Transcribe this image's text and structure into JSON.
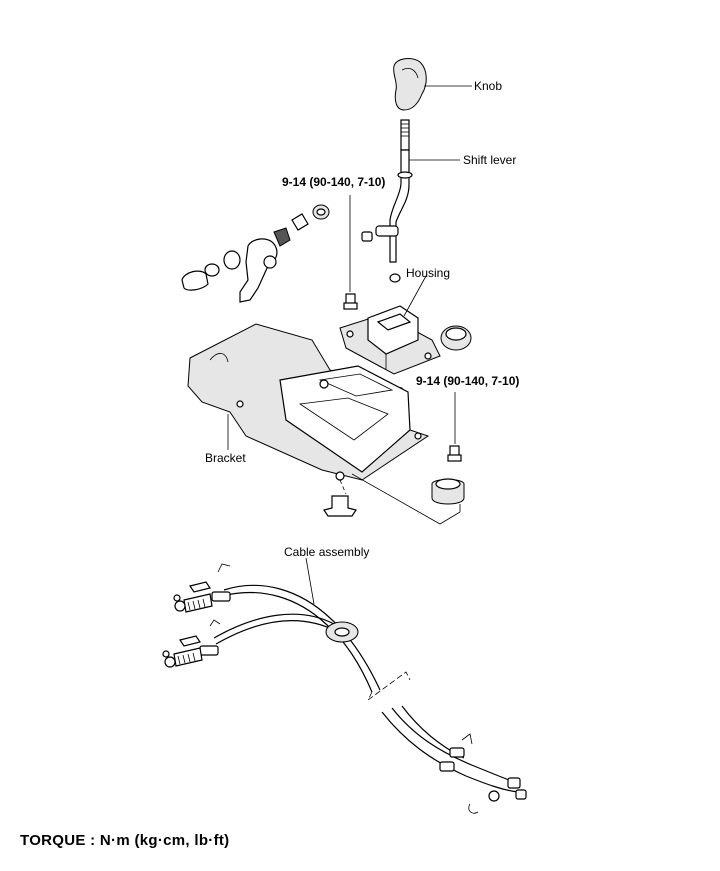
{
  "labels": {
    "knob": "Knob",
    "shift_lever": "Shift lever",
    "housing": "Housing",
    "bracket": "Bracket",
    "cable_assembly": "Cable assembly"
  },
  "torque_specs": {
    "upper": "9-14  (90-140,  7-10)",
    "lower": "9-14  (90-140,  7-10)"
  },
  "footer": {
    "torque_units": "TORQUE  :  N·m  (kg·cm,  lb·ft)"
  }
}
